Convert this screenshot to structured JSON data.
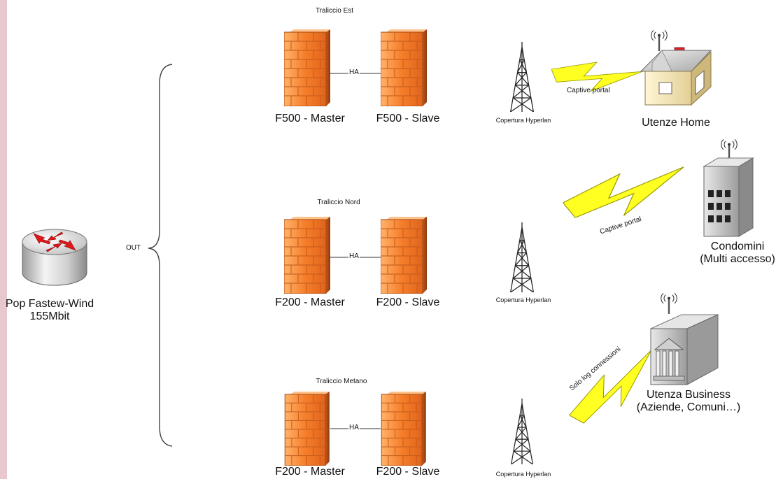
{
  "pop": {
    "line1": "Pop Fastew-Wind",
    "line2": "155Mbit"
  },
  "out_label": "OUT",
  "sites": [
    {
      "name": "Traliccio Est",
      "master": "F500 - Master",
      "slave": "F500 - Slave",
      "ha": "HA",
      "coverage": "Copertura Hyperlan"
    },
    {
      "name": "Traliccio Nord",
      "master": "F200 - Master",
      "slave": "F200 - Slave",
      "ha": "HA",
      "coverage": "Copertura Hyperlan"
    },
    {
      "name": "Traliccio Metano",
      "master": "F200 - Master",
      "slave": "F200 - Slave",
      "ha": "HA",
      "coverage": "Copertura Hyperlan"
    }
  ],
  "links": [
    {
      "label": "Captive portal"
    },
    {
      "label": "Captive portal"
    },
    {
      "label": "Solo log connessioni"
    }
  ],
  "clients": [
    {
      "line1": "Utenze Home",
      "line2": ""
    },
    {
      "line1": "Condomini",
      "line2": "(Multi accesso)"
    },
    {
      "line1": "Utenza Business",
      "line2": "(Aziende, Comuni…)"
    }
  ],
  "colors": {
    "firewall": "#f07a26",
    "firewall_dark": "#b8501a",
    "bolt": "#ffff22",
    "router_arrow": "#e01818",
    "background": "#ffffff",
    "frame": "#e8c8cc"
  }
}
